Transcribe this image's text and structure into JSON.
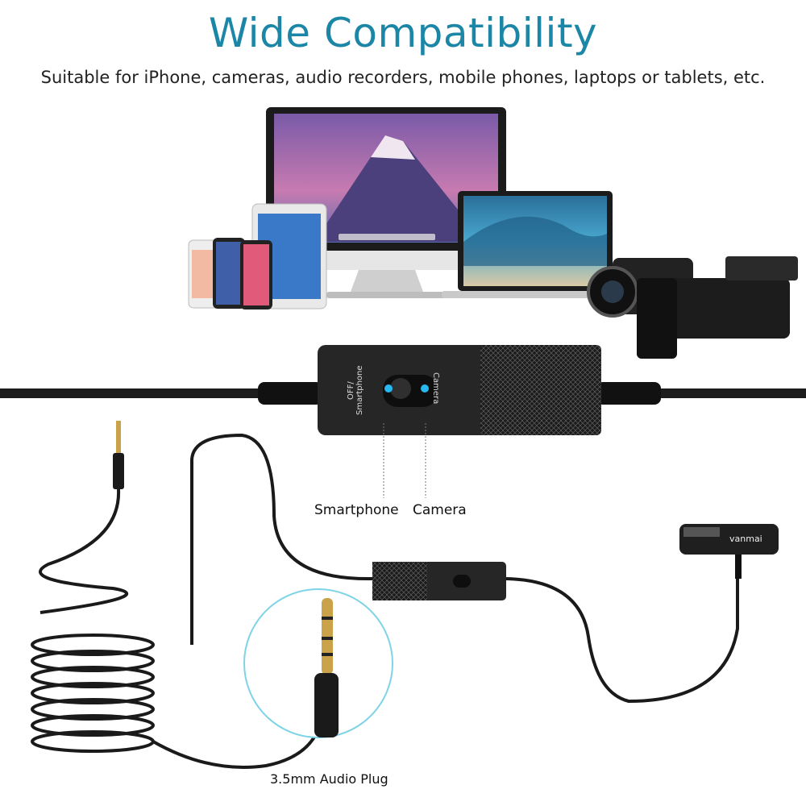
{
  "header": {
    "title": "Wide Compatibility",
    "subtitle": "Suitable for iPhone, cameras, audio recorders, mobile phones, laptops or tablets, etc."
  },
  "switch_box": {
    "side_label_left": "OFF/ Smartphone",
    "side_label_right": "Camera",
    "callout_smartphone": "Smartphone",
    "callout_camera": "Camera"
  },
  "plug_callout": "3.5mm Audio Plug",
  "mic_brand": "vanmai",
  "colors": {
    "title": "#1b86a6",
    "led": "#27b8f0",
    "circle": "#7fd3e6"
  }
}
